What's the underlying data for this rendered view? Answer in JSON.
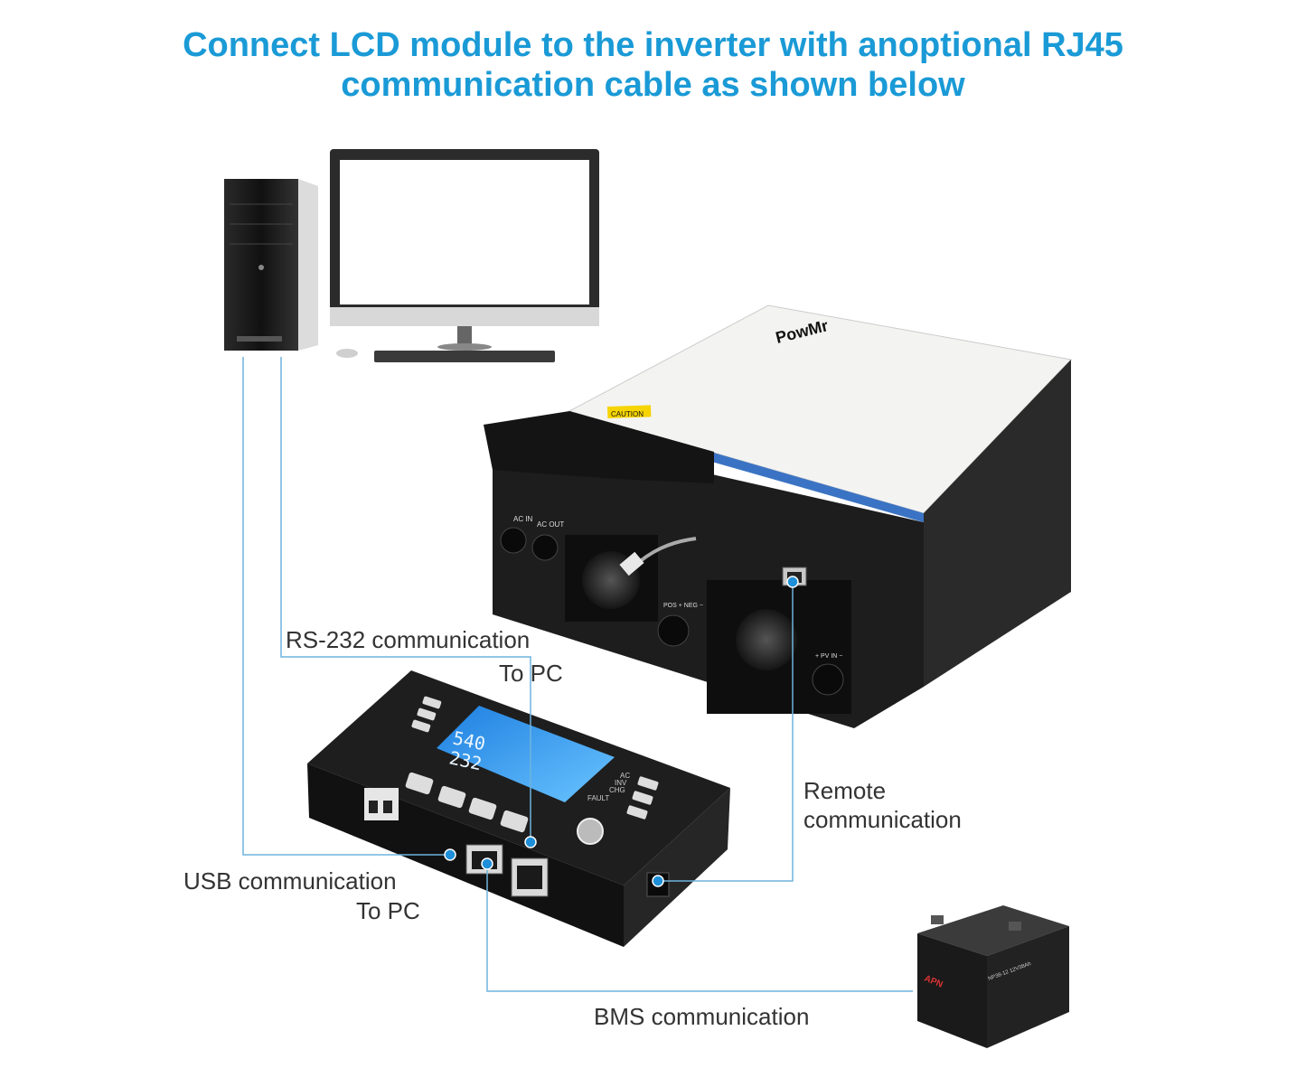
{
  "header": {
    "title_line1": "Connect LCD module to the inverter with anoptional RJ45",
    "title_line2": "communication cable as shown below"
  },
  "labels": {
    "rs232_line1": "RS-232 communication",
    "rs232_line2": "To PC",
    "remote_line1": "Remote",
    "remote_line2": "communication",
    "usb_line1": "USB communication",
    "usb_line2": "To PC",
    "bms": "BMS communication"
  },
  "devices": {
    "inverter_brand": "PowMr",
    "inverter_caution": "CAUTION",
    "inverter_ac_in": "AC IN",
    "inverter_ac_out": "AC OUT",
    "inverter_pv_in": "+ PV IN −",
    "inverter_batt": "POS +   NEG −",
    "lcd_reading_top": "540",
    "lcd_reading_bottom": "232",
    "lcd_status_ac": "AC",
    "lcd_status_inv": "INV",
    "lcd_status_chg": "CHG",
    "lcd_status_fault": "FAULT",
    "battery_brand": "APN",
    "battery_model": "NP38-12  12V38Ah"
  },
  "colors": {
    "accent": "#1a9ad6",
    "connector_line": "#6fb4dd",
    "connector_dot": "#1e8fd8",
    "label_text": "#333333"
  }
}
